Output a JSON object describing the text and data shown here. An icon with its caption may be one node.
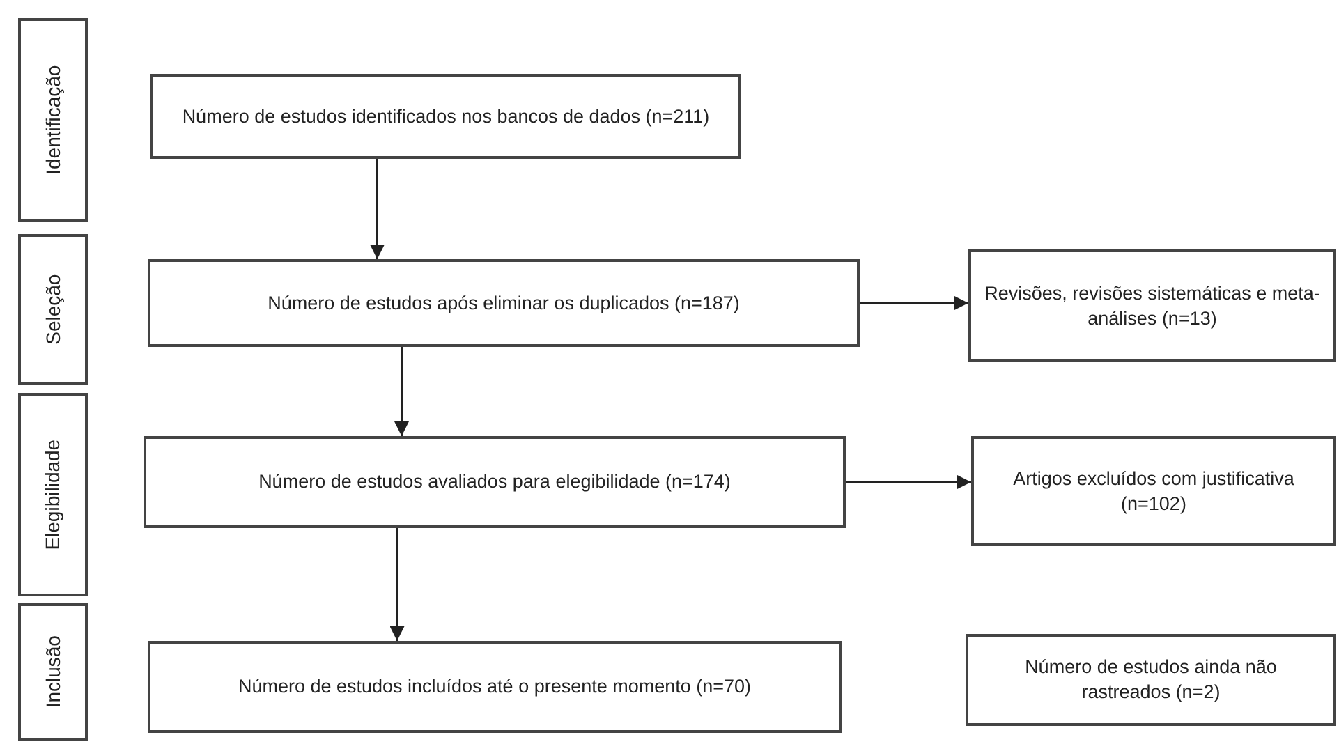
{
  "diagram": {
    "nodes": [
      {
        "text": [
          "Identificação"
        ]
      },
      {
        "text": [
          "Número de estudos identificados nos bancos de dados (n=211)"
        ]
      },
      {
        "text": [
          "Seleção"
        ]
      },
      {
        "text": [
          "Número de estudos após eliminar os duplicados (n=187)"
        ]
      },
      {
        "text": [
          "Revisões, revisões sistemáticas e meta-análises (n=13)"
        ]
      },
      {
        "text": [
          "Elegibilidade"
        ]
      },
      {
        "text": [
          "Número de estudos avaliados para elegibilidade (n=174)"
        ]
      },
      {
        "text": [
          "Artigos excluídos com justificativa (n=102)"
        ]
      },
      {
        "text": [
          "Inclusão"
        ]
      },
      {
        "text": [
          "Número de estudos incluídos até o presente momento (n=70)"
        ]
      },
      {
        "text": [
          "Número de estudos ainda não rastreados (n=2)"
        ]
      }
    ],
    "edges": [
      {
        "from": 1,
        "to": 3,
        "arrow": "to"
      },
      {
        "from": 3,
        "to": 6,
        "arrow": "to"
      },
      {
        "from": 6,
        "to": 9,
        "arrow": "to"
      },
      {
        "from": 3,
        "to": 4,
        "arrow": "to"
      },
      {
        "from": 6,
        "to": 7,
        "arrow": "to"
      }
    ]
  }
}
